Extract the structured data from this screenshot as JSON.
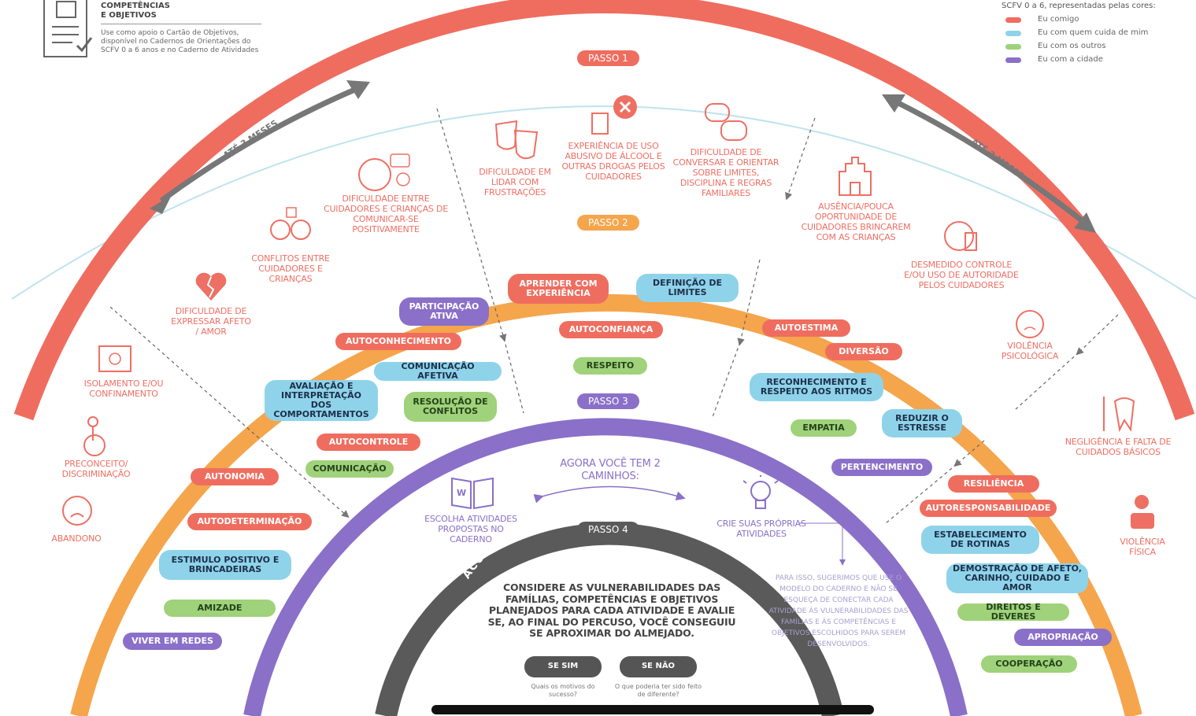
{
  "header": {
    "title_line1": "COMPETÊNCIAS",
    "title_line2": "E OBJETIVOS",
    "text": "Use como apoio o Cartão de Objetivos, disponível no Cadernos de Orientações do SCFV 0 a 6 anos e no Caderno de Atividades"
  },
  "legend": {
    "title": "SCFV 0 a 6, representadas pelas cores:",
    "items": [
      {
        "label": "Eu comigo",
        "color": "#ef6d5f"
      },
      {
        "label": "Eu com quem cuida de mim",
        "color": "#8fd3ea"
      },
      {
        "label": "Eu com os outros",
        "color": "#9fd27a"
      },
      {
        "label": "Eu com a cidade",
        "color": "#8a70c8"
      }
    ]
  },
  "arrows": {
    "left": "ATÉ 3 MESES",
    "right": "ATÉ 3 MESES"
  },
  "steps": {
    "s1": {
      "badge": "PASSO 1",
      "title": "IDENTIFICAR QUAIS AS VULNERABILIDADES DESSAS CRIANÇAS E DE SEUS CUIDADORES?"
    },
    "s2": {
      "badge": "PASSO 2",
      "title": "QUAIS COMPETÊNCIAS PODEMOS DESENVOLVER PARA SUPERAR ESSAS VULNERABILDIADES?"
    },
    "s3": {
      "badge": "PASSO 3",
      "title": "ESCOLHER: QUAIS ATIVIDADES VAMOS PROPOR?"
    },
    "s4": {
      "badge": "PASSO 4",
      "title": "ACOMPANHAR: ATINGIMOS NOSSOS OBJETIVOS?"
    }
  },
  "vulnerabilities": {
    "isolamento": "ISOLAMENTO E/OU CONFINAMENTO",
    "preconceito": "PRECONCEITO/ DISCRIMINAÇÃO",
    "abandono": "ABANDONO",
    "afeto": "DIFICULDADE DE EXPRESSAR AFETO / AMOR",
    "conflitos": "CONFLITOS ENTRE CUIDADORES E CRIANÇAS",
    "comunicar": "DIFICULDADE ENTRE CUIDADORES E CRIANÇAS DE COMUNICAR-SE POSITIVAMENTE",
    "frustracoes": "DIFICULDADE EM LIDAR COM FRUSTRAÇÕES",
    "alcool": "EXPERIÊNCIA DE USO ABUSIVO DE ÁLCOOL E OUTRAS DROGAS PELOS CUIDADORES",
    "conversar": "DIFICULDADE DE CONVERSAR E ORIENTAR SOBRE LIMITES, DISCIPLINA E REGRAS FAMILIARES",
    "brincar": "AUSÊNCIA/POUCA OPORTUNIDADE DE CUIDADORES BRINCAREM COM AS CRIANÇAS",
    "controle": "DESMEDIDO CONTROLE E/OU USO DE AUTORIDADE PELOS CUIDADORES",
    "psicologica": "VIOLÊNCIA PSICOLÓGICA",
    "negligencia": "NEGLIGÊNCIA E FALTA DE CUIDADOS BÁSICOS",
    "fisica": "VIOLÊNCIA FÍSICA"
  },
  "competencies": {
    "aprender": "APRENDER COM EXPERIÊNCIA",
    "limites": "DEFINIÇÃO DE LIMITES",
    "participacao": "PARTICIPAÇÃO ATIVA",
    "autoconfianca": "AUTOCONFIANÇA",
    "autoconhecimento": "AUTOCONHECIMENTO",
    "respeito": "RESPEITO",
    "comafetiva": "COMUNICAÇÃO AFETIVA",
    "avaliacao": "AVALIAÇÃO E INTERPRETAÇÃO DOS COMPORTAMENTOS",
    "resolucao": "RESOLUÇÃO DE CONFLITOS",
    "autocontrole": "AUTOCONTROLE",
    "comunicacao": "COMUNICAÇÃO",
    "autonomia": "AUTONOMIA",
    "autodeterminacao": "AUTODETERMINAÇÃO",
    "estimulo": "ESTIMULO POSITIVO E BRINCADEIRAS",
    "amizade": "AMIZADE",
    "redes": "VIVER EM REDES",
    "autoestima": "AUTOESTIMA",
    "diversao": "DIVERSÃO",
    "reconhecimento": "RECONHECIMENTO E RESPEITO AOS RITMOS",
    "empatia": "EMPATIA",
    "estresse": "REDUZIR O ESTRESSE",
    "pertencimento": "PERTENCIMENTO",
    "resiliencia": "RESILIÊNCIA",
    "autoresp": "AUTORESPONSABILIDADE",
    "rotinas": "ESTABELECIMENTO DE ROTINAS",
    "demonstracao": "DEMOSTRAÇÃO DE AFETO, CARINHO, CUIDADO E AMOR",
    "direitos": "DIREITOS E DEVERES",
    "apropriacao": "APROPRIAÇÃO",
    "cooperacao": "COOPERAÇÃO"
  },
  "step3": {
    "caminhos": "AGORA VOCÊ TEM 2 CAMINHOS:",
    "escolha": "ESCOLHA ATIVIDADES PROPOSTAS NO CADERNO",
    "crie": "CRIE SUAS PRÓPRIAS ATIVIDADES",
    "note": "PARA ISSO, SUGERIMOS QUE USE O MODELO DO CADERNO E NÃO SE ESQUEÇA DE CONECTAR CADA ATIVIDADE ÀS VULNERABILIDADES DAS FAMÍLIAS E ÀS COMPETÊNCIAS E OBJETIVOS ESCOLHIDOS PARA SEREM DESENVOLVIDOS."
  },
  "step4": {
    "text": "CONSIDERE AS VULNERABILIDADES DAS FAMÍLIAS, COMPETÊNCIAS E OBJETIVOS PLANEJADOS PARA CADA ATIVIDADE E AVALIE SE, AO FINAL DO PERCUSO, VOCÊ CONSEGUIU SE APROXIMAR DO ALMEJADO.",
    "sim": "SE SIM",
    "nao": "SE NÃO",
    "sim_sub": "Quais os motivos do sucesso?",
    "nao_sub": "O que poderia ter sido feito de diferente?"
  },
  "colors": {
    "red": "#ef6d5f",
    "orange": "#f5a54c",
    "purple": "#8a70c8",
    "dark": "#5a5a5a",
    "blue": "#8fd3ea",
    "green": "#9fd27a",
    "lightblue": "#bfe3ee"
  }
}
